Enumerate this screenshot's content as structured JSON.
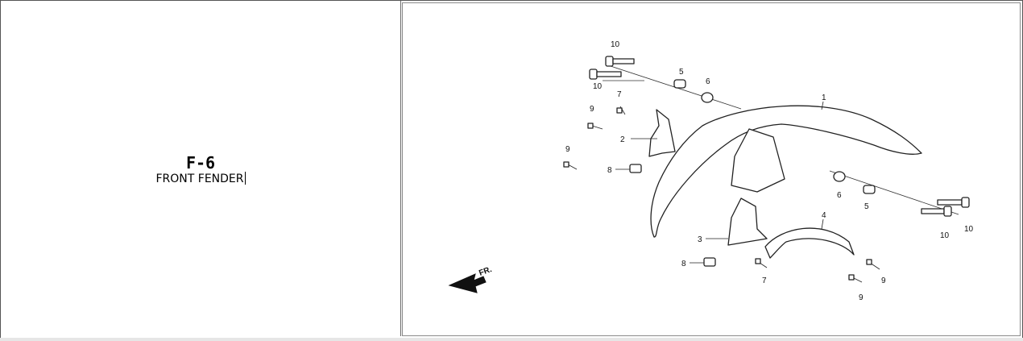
{
  "section": {
    "code": "F-6",
    "name": "FRONT FENDER"
  },
  "diagram": {
    "direction_label": "FR.",
    "callouts": {
      "c1": "1",
      "c2": "2",
      "c3": "3",
      "c4": "4",
      "c5a": "5",
      "c5b": "5",
      "c6a": "6",
      "c6b": "6",
      "c7a": "7",
      "c7b": "7",
      "c8a": "8",
      "c8b": "8",
      "c9a": "9",
      "c9b": "9",
      "c9c": "9",
      "c9d": "9",
      "c10a": "10",
      "c10b": "10",
      "c10c": "10",
      "c10d": "10"
    }
  },
  "colors": {
    "frame": "#555555",
    "line": "#222222",
    "background": "#ffffff"
  }
}
